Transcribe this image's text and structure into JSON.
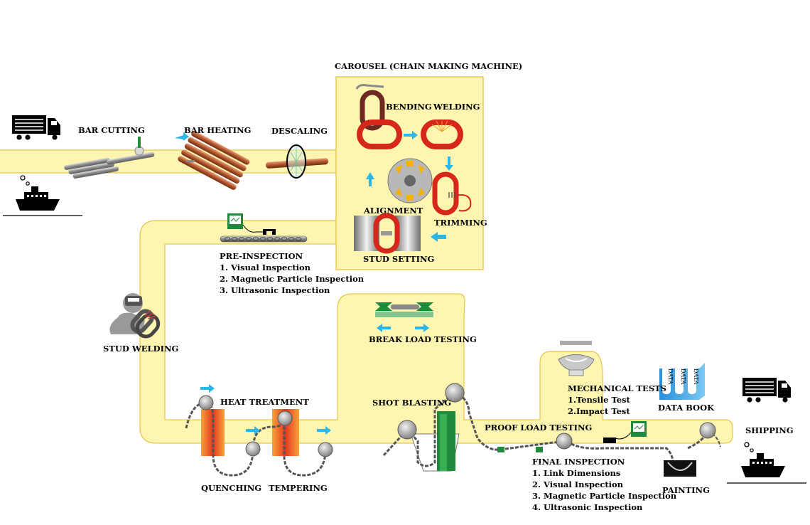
{
  "carousel": {
    "title": "CAROUSEL (CHAIN MAKING MACHINE)",
    "steps": {
      "bending": "BENDING",
      "welding": "WELDING",
      "alignment": "ALIGNMENT",
      "trimming": "TRIMMING",
      "stud_setting": "STUD SETTING"
    }
  },
  "stages": {
    "bar_cutting": "BAR CUTTING",
    "bar_heating": "BAR HEATING",
    "descaling": "DESCALING",
    "stud_welding": "STUD WELDING",
    "heat_treatment": "HEAT TREATMENT",
    "quenching": "QUENCHING",
    "tempering": "TEMPERING",
    "shot_blasting": "SHOT BLASTING",
    "break_load_testing": "BREAK LOAD TESTING",
    "proof_load_testing": "PROOF LOAD TESTING",
    "painting": "PAINTING",
    "data_book": "DATA BOOK",
    "shipping": "SHIPPING"
  },
  "pre_inspection": {
    "title": "PRE-INSPECTION",
    "items": [
      "1. Visual Inspection",
      "2. Magnetic Particle Inspection",
      "3. Ultrasonic Inspection"
    ]
  },
  "mechanical_tests": {
    "title": "MECHANICAL TESTS",
    "items": [
      "1.Tensile Test",
      "2.Impact Test"
    ]
  },
  "final_inspection": {
    "title": "FINAL INSPECTION",
    "items": [
      "1. Link Dimensions",
      "2. Visual Inspection",
      "3. Magnetic Particle Inspection",
      "4. Ultrasonic Inspection"
    ]
  },
  "data_book_file_label": "DATA",
  "colors": {
    "belt": "#fdf5b0",
    "belt_edge": "#e6c64a",
    "carousel_bg": "#fdf5b0",
    "arrow": "#29b6e8",
    "chain_red": "#d7261b",
    "furnace": "#e8552b",
    "monitor_green": "#1f8a3c"
  }
}
